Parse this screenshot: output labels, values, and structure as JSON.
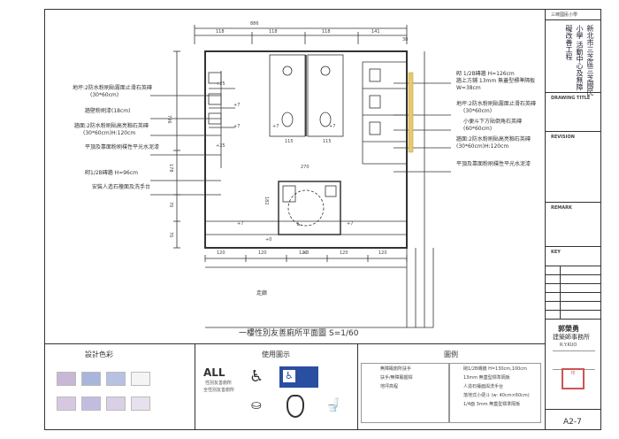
{
  "title_block": {
    "top_tag": "三峽國民小學",
    "project_name": "新北市三芝區三芝國民小學 活動中心及無障礙改善工程",
    "drawing_title_label": "DRAWING TITLE",
    "revision_label": "REVISION",
    "remark_label": "REMARK",
    "key_label": "KEY",
    "architect_name": "郭榮勇",
    "office_name": "建築師事務所",
    "office_en": "R.Y.KUO",
    "sheet_no": "A2-7"
  },
  "plan": {
    "title": "一樓性別友善廁所平面圖",
    "scale": "S=1/60",
    "corridor_label": "走廊",
    "dims_top": [
      "886",
      "118",
      "118",
      "118",
      "141",
      "38"
    ],
    "dims_left": [
      "796",
      "178",
      "182",
      "70",
      "70"
    ],
    "dims_bottom": [
      "120",
      "120",
      "120",
      "120",
      "120"
    ],
    "dims_mid": [
      "115",
      "115",
      "270"
    ],
    "levels": [
      "+25",
      "+7",
      "+7",
      "+25",
      "+7",
      "+7",
      "+0",
      "+0",
      "+7",
      "+7"
    ]
  },
  "annotations_left": [
    "砌1/2B磚牆 H=96cm",
    "地坪:2防水粉刷貼霧面止滑石英磚",
    "(30*60cm)",
    "牆壁粉刷漆(18cm)",
    "牆面:2防水粉刷貼高亮釉石英磚",
    "(30*60cm)H:120cm",
    "平頂及靠面粉刷樸性平光水泥漆",
    "安裝人造石檯面及洗手台"
  ],
  "annotations_right": [
    "砌 1/2B磚牆 H=126cm",
    "牆上方鋪 13mm 無蓋型標準隔板",
    "W=38cm",
    "地坪:2防水粉刷貼霧面止滑石英磚",
    "(30*60cm)",
    "小便斗下方貼倒角石英磚",
    "(60*60cm)",
    "牆面:2防水粉刷貼高亮釉石英磚",
    "(30*60cm)H:120cm",
    "平頂及靠面粉刷樸性平光水泥漆"
  ],
  "bottom": {
    "colors_title": "設計色彩",
    "icons_title": "使用圖示",
    "legend_title": "圖例",
    "icon_all_text": "ALL",
    "icon_all_sub": "性別友善廁所",
    "icon_all_caption": "全性別友善廁所",
    "legend_items": [
      "砌1/2B磚牆 H=130cm,100cm",
      "13mm 無蓋型標準隔板",
      "人造石檯面與洗手台",
      "落地式小便斗 (w: 40cm×60cm)",
      "1/4面 3mm 無蓋型標準隔板",
      "無障礙廁所扶手",
      "扶手/無障礙握桿",
      "地坪高程"
    ]
  },
  "colors": {
    "swatches": [
      "#c9b7d6",
      "#a9b6dc",
      "#b9c1e3",
      "#f4f4f4",
      "#d7c8e2",
      "#c2bde0",
      "#d9cfe6",
      "#e7e0ee"
    ],
    "accent_blue": "#2b4fa0",
    "accent_yellow": "#e9c96b",
    "stamp_red": "#cc4444"
  }
}
